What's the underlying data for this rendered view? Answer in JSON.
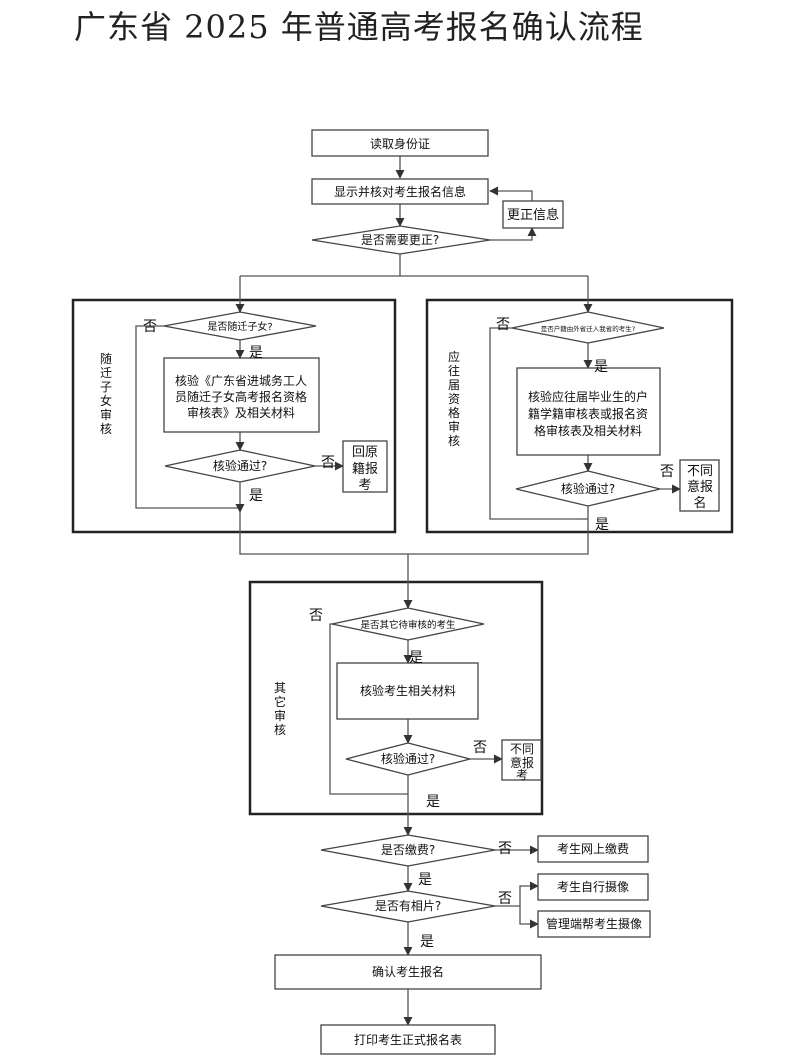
{
  "title": "广东省 2025 年普通高考报名确认流程",
  "nodes": {
    "read_id": "读取身份证",
    "show_info": "显示并核对考生报名信息",
    "correct_info": "更正信息",
    "need_correct": "是否需要更正?",
    "is_migrant_child": "是否随迁子女?",
    "verify_migrant": [
      "核验《广东省进城务工人",
      "员随迁子女高考报名资格",
      "审核表》及相关材料"
    ],
    "migrant_pass": "核验通过?",
    "return_home": [
      "回原",
      "籍报",
      "考"
    ],
    "is_graduate": "是否户籍由外省迁入我省的考生?",
    "verify_graduate": [
      "核验应往届毕业生的户",
      "籍学籍审核表或报名资",
      "格审核表及相关材料"
    ],
    "graduate_pass": "核验通过?",
    "reject_graduate": [
      "不同",
      "意报",
      "名"
    ],
    "is_other": "是否其它待审核的考生",
    "verify_other": "核验考生相关材料",
    "other_pass": "核验通过?",
    "reject_other": [
      "不同",
      "意报",
      "考"
    ],
    "paid": "是否缴费?",
    "online_pay": "考生网上缴费",
    "has_photo": "是否有相片?",
    "self_photo": "考生自行摄像",
    "admin_photo": "管理端帮考生摄像",
    "confirm": "确认考生报名",
    "print": "打印考生正式报名表"
  },
  "groups": {
    "migrant": [
      "随",
      "迁",
      "子",
      "女",
      "审",
      "核"
    ],
    "graduate": [
      "应",
      "往",
      "届",
      "资",
      "格",
      "审",
      "核"
    ],
    "other": [
      "其",
      "它",
      "审",
      "核"
    ]
  },
  "labels": {
    "yes": "是",
    "no": "否"
  }
}
